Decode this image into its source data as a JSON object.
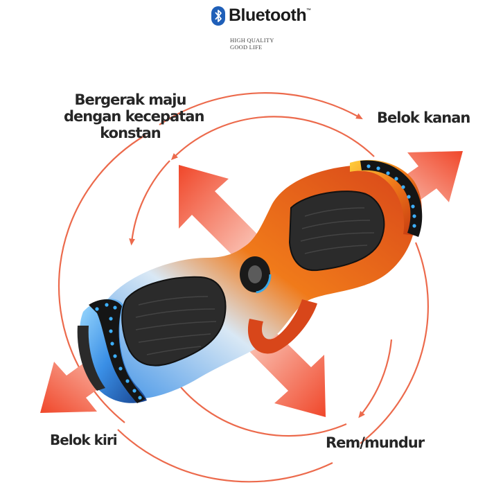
{
  "brand": {
    "name": "Bluetooth",
    "trademark": "™",
    "tagline_line1": "HIGH QUALITY",
    "tagline_line2": "GOOD LIFE",
    "logo_icon": "bluetooth-icon",
    "logo_color": "#1f5fb8"
  },
  "labels": {
    "forward_line1": "Bergerak maju",
    "forward_line2": "dengan kecepatan",
    "forward_line3": "konstan",
    "turn_right": "Belok kanan",
    "turn_left": "Belok kiri",
    "brake_reverse": "Rem/mundur"
  },
  "colors": {
    "arrow_gradient_light": "#fbd6c9",
    "arrow_gradient_dark": "#f0472a",
    "circle_line": "#ec6a4c",
    "board_body_fire": "#f07a1a",
    "board_body_ice": "#3a8fe6",
    "foot_pad": "#2b2b2b",
    "led_blue": "#3db0ff"
  }
}
